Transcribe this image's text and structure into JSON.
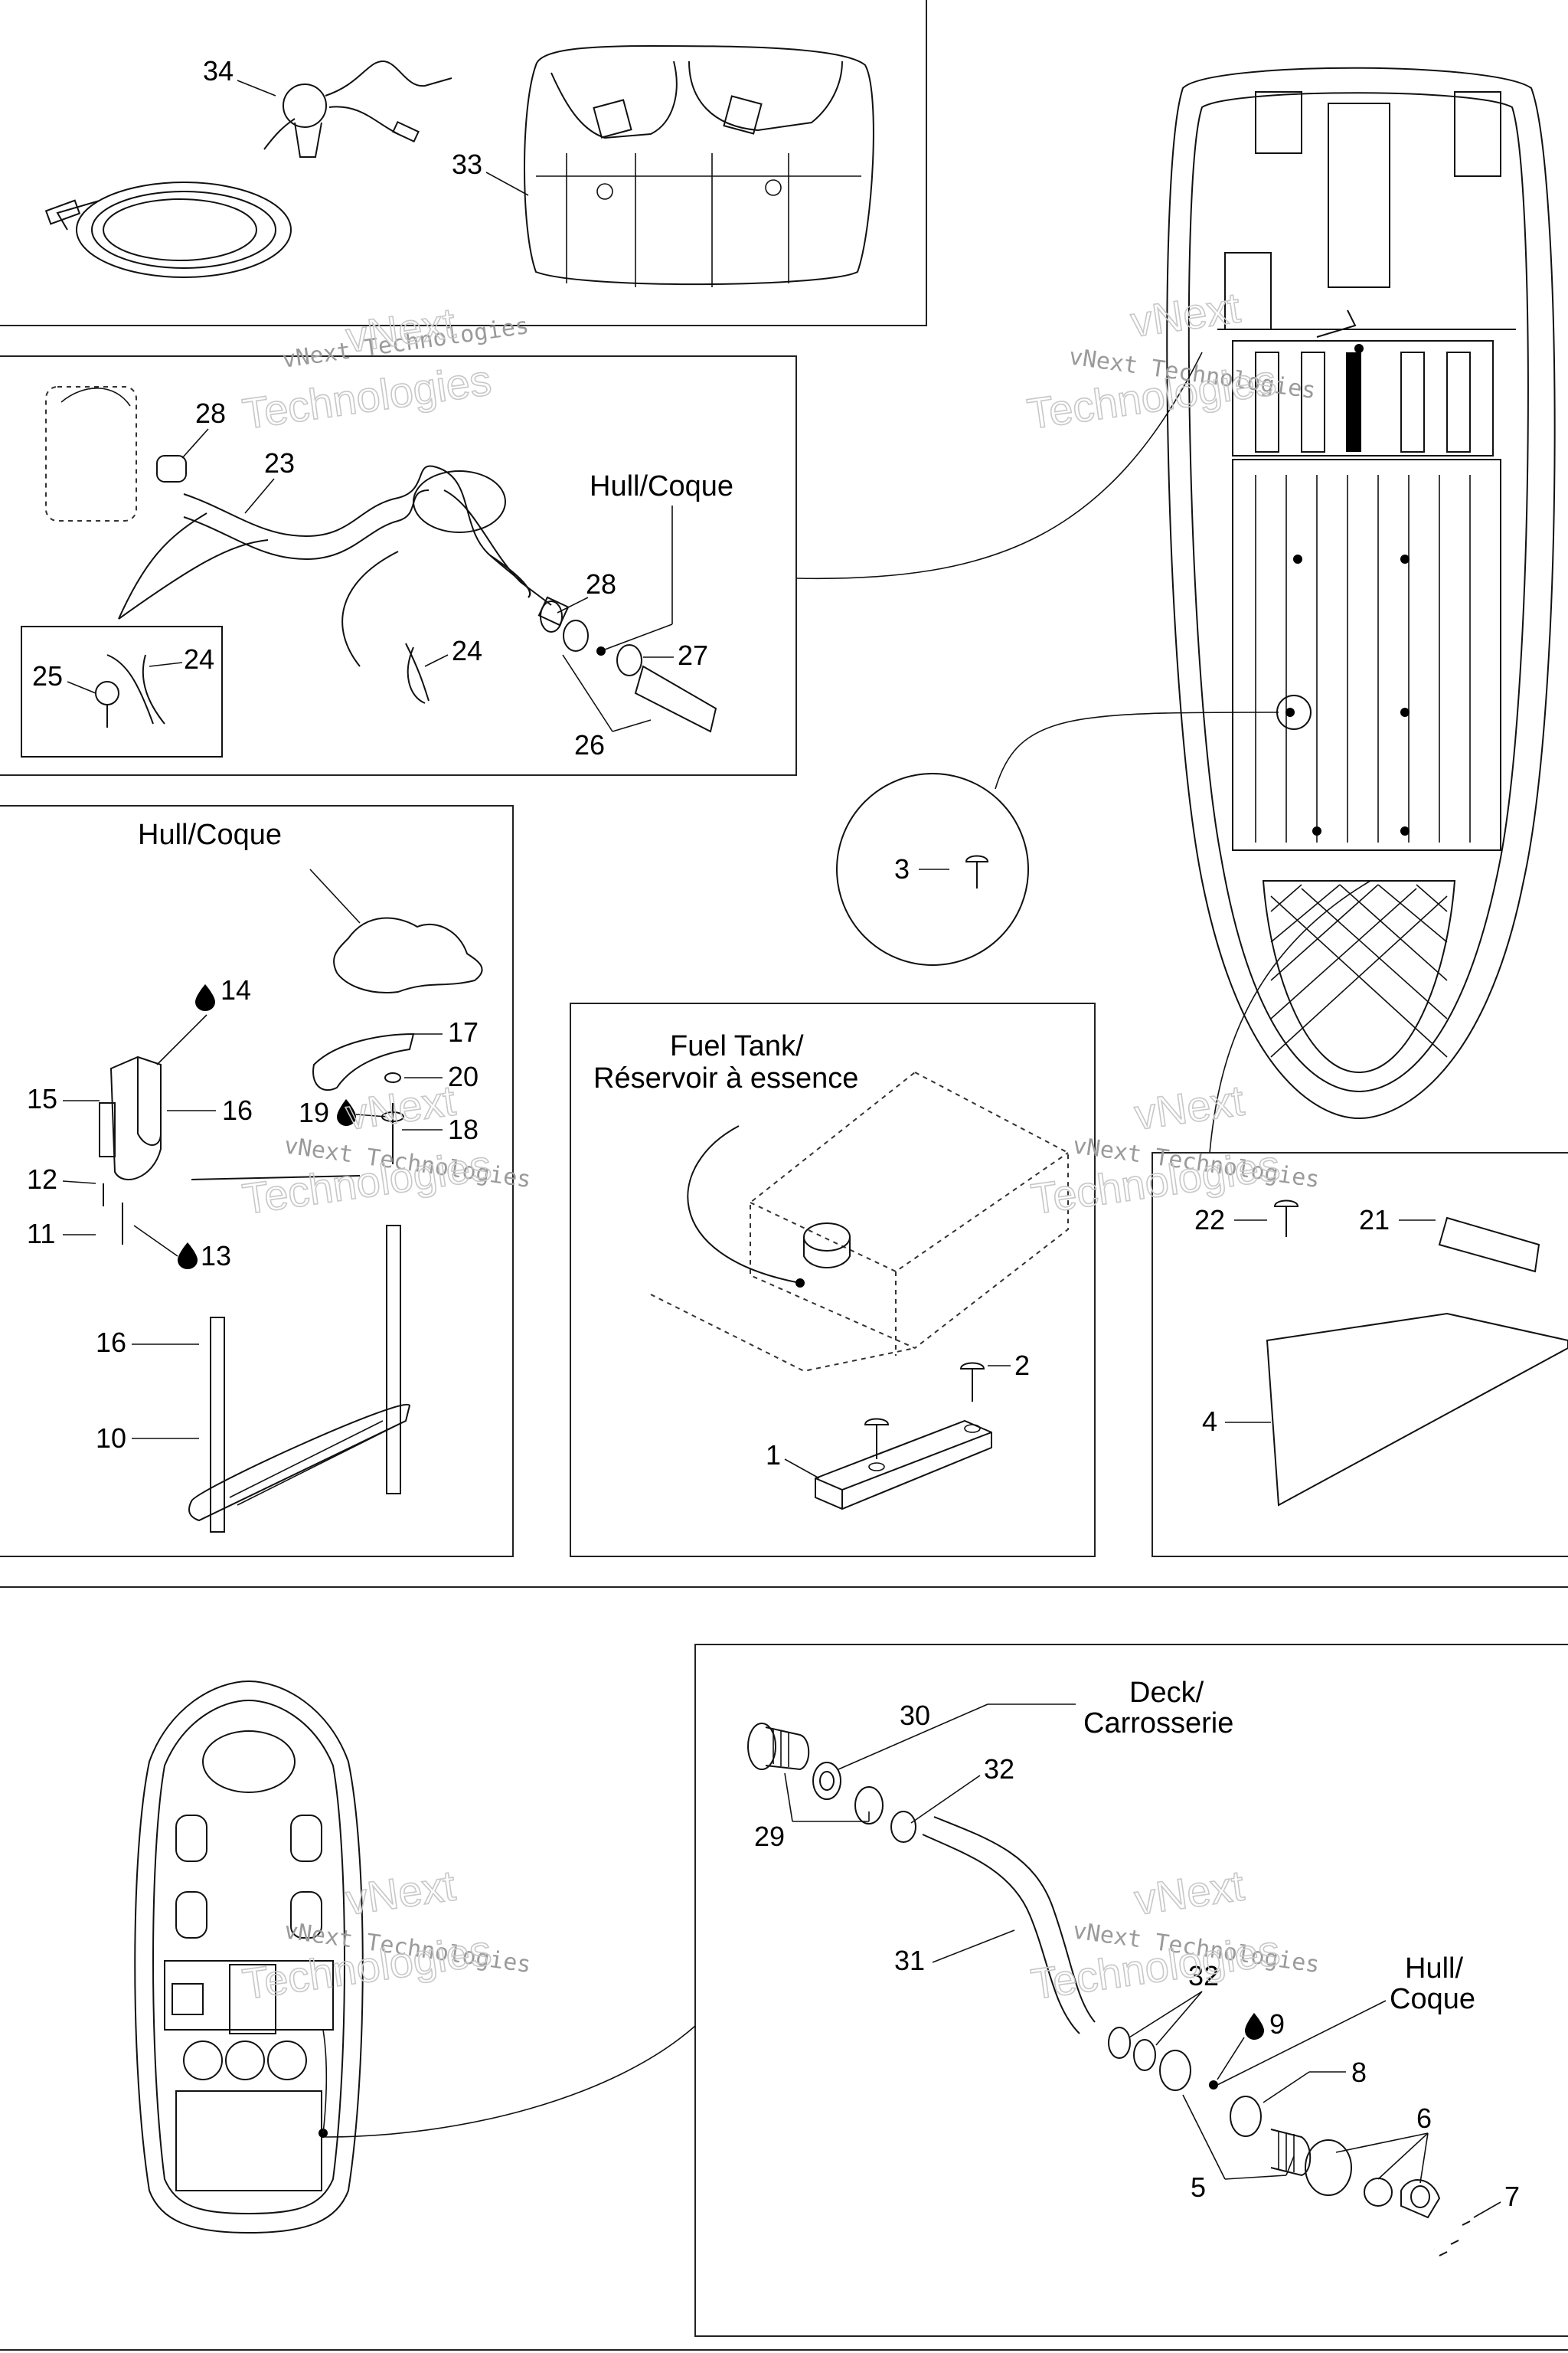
{
  "callouts": {
    "n1": "1",
    "n2": "2",
    "n3": "3",
    "n4": "4",
    "n5": "5",
    "n6": "6",
    "n7": "7",
    "n8": "8",
    "n9": "9",
    "n10": "10",
    "n11": "11",
    "n12": "12",
    "n13": "13",
    "n14": "14",
    "n15": "15",
    "n16a": "16",
    "n16b": "16",
    "n17": "17",
    "n18": "18",
    "n19": "19",
    "n20": "20",
    "n21": "21",
    "n22": "22",
    "n23": "23",
    "n24a": "24",
    "n24b": "24",
    "n25": "25",
    "n26": "26",
    "n27": "27",
    "n28a": "28",
    "n28b": "28",
    "n29": "29",
    "n30": "30",
    "n31": "31",
    "n32a": "32",
    "n32b": "32",
    "n33": "33",
    "n34": "34"
  },
  "labels": {
    "hull_coque_a": "Hull/Coque",
    "hull_coque_b": "Hull/Coque",
    "fuel_tank_1": "Fuel Tank/",
    "fuel_tank_2": "Réservoir à essence",
    "deck_1": "Deck/",
    "deck_2": "Carrosserie",
    "hull_1": "Hull/",
    "hull_2": "Coque"
  },
  "watermark": {
    "line1": "vNext Technologies",
    "line2": "vNext",
    "line3": "Technologies"
  },
  "icons": [
    "adhesive-drop-icon"
  ]
}
